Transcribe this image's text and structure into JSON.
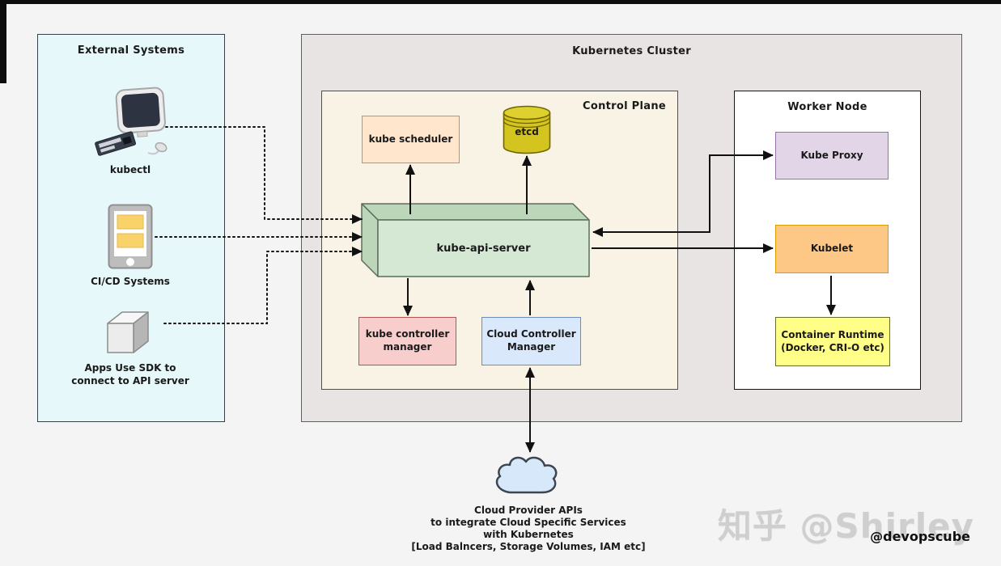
{
  "watermark": {
    "site": "知乎 @Shirley",
    "handle": "@devopscube"
  },
  "panels": {
    "external": {
      "title": "External Systems",
      "items": [
        {
          "icon": "computer-icon",
          "label_lines": [
            "kubectl"
          ]
        },
        {
          "icon": "mobile-icon",
          "label_lines": [
            "CI/CD Systems"
          ]
        },
        {
          "icon": "cube-icon",
          "label_lines": [
            "Apps Use SDK to",
            "connect to API server"
          ]
        }
      ]
    },
    "cluster": {
      "title": "Kubernetes Cluster"
    },
    "control_plane": {
      "title": "Control Plane",
      "scheduler": {
        "label": "kube scheduler"
      },
      "etcd": {
        "label": "etcd"
      },
      "api_server": {
        "label": "kube-api-server"
      },
      "controller_manager": {
        "lines": [
          "kube controller",
          "manager"
        ]
      },
      "cloud_controller_manager": {
        "lines": [
          "Cloud Controller",
          "Manager"
        ]
      }
    },
    "worker_node": {
      "title": "Worker Node",
      "kube_proxy": {
        "label": "Kube Proxy"
      },
      "kubelet": {
        "label": "Kubelet"
      },
      "container_runtime": {
        "lines": [
          "Container Runtime",
          "(Docker, CRI-O etc)"
        ]
      }
    }
  },
  "cloud": {
    "caption_lines": [
      "Cloud Provider APIs",
      "to integrate Cloud Specific Services",
      "with Kubernetes",
      "[Load Balncers, Storage Volumes, IAM etc]"
    ]
  },
  "colors": {
    "page_bg": "#f4f4f5",
    "external_bg": "#e6f8fa",
    "cluster_bg": "#e8e4e4",
    "control_plane_bg": "#f8f3e5",
    "worker_bg": "#ffffff",
    "scheduler": {
      "fill": "#ffe6cc",
      "border": "#d79b00"
    },
    "etcd": {
      "fill": "#d4c420",
      "border": "#716500"
    },
    "api_server": {
      "fill": "#d5e8d4",
      "side": "#bcd6ba",
      "border": "#5c6e5c"
    },
    "controller_manager": {
      "fill": "#f8cecc",
      "border": "#b85450"
    },
    "cloud_controller_manager": {
      "fill": "#dae8fc",
      "border": "#6c8ebf"
    },
    "kube_proxy": {
      "fill": "#e1d5e7",
      "border": "#9673a6"
    },
    "kubelet": {
      "fill": "#fdc886",
      "border": "#d79b00"
    },
    "container_runtime": {
      "fill": "#ffff88",
      "border": "#6b6b2a"
    },
    "cloud_icon": {
      "fill": "#d7e8fb",
      "border": "#3b4651"
    },
    "connector": "#111111"
  }
}
